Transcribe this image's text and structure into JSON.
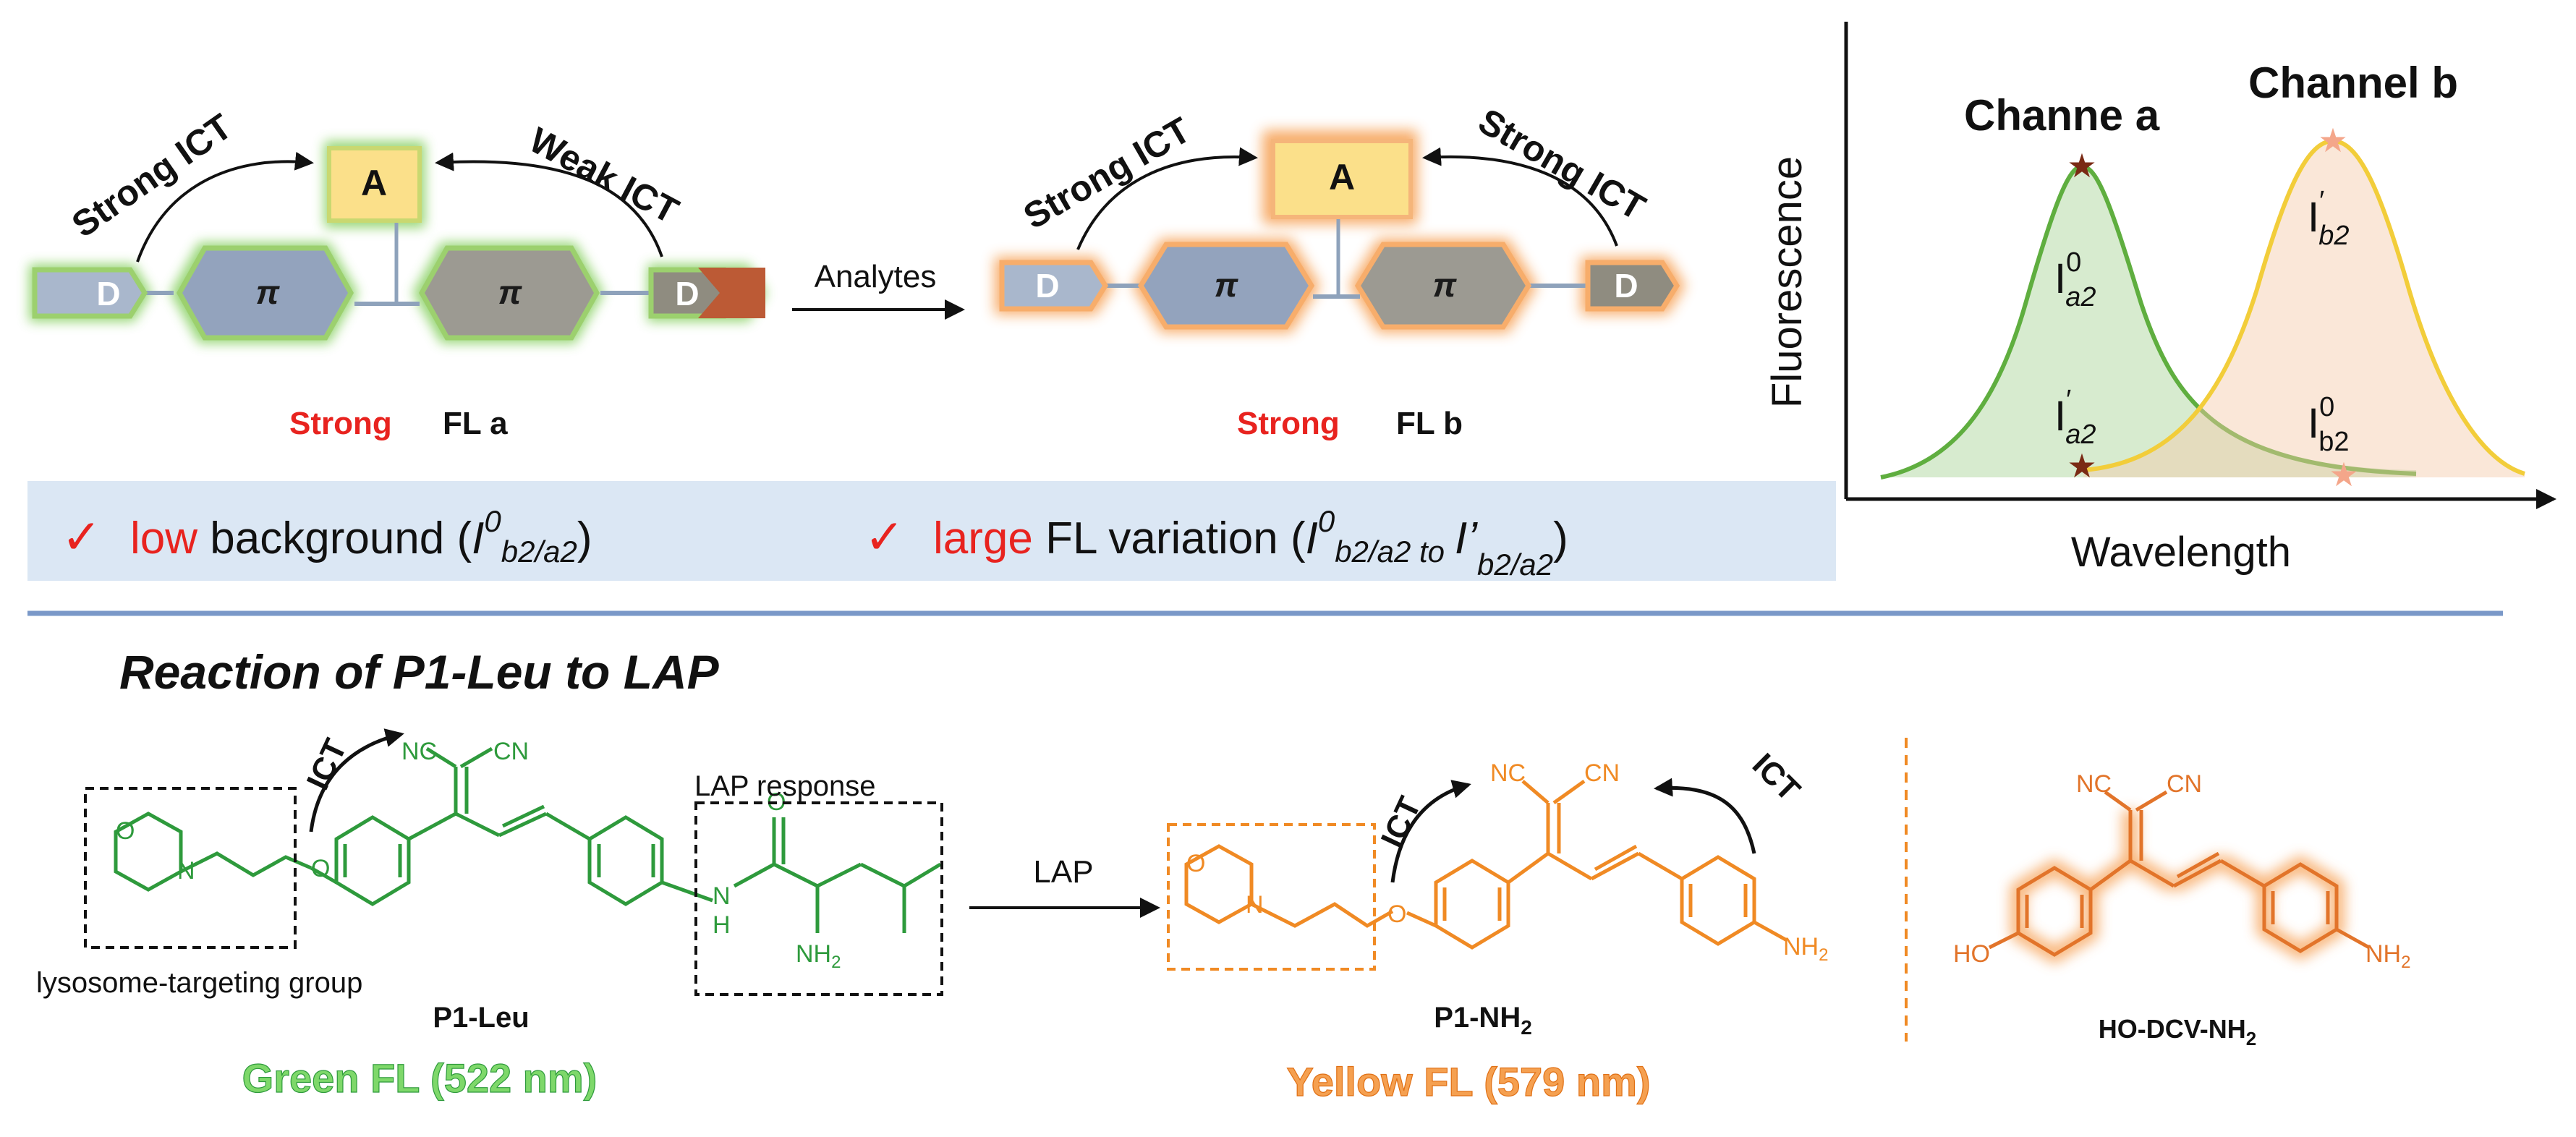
{
  "top_left": {
    "strong_ict_1": "Strong ICT",
    "weak_ict": "Weak ICT",
    "acceptor": "A",
    "pi": "π",
    "donor": "D",
    "caption_red": "Strong",
    "caption_black": "FL a"
  },
  "analytes_arrow": "Analytes",
  "top_right": {
    "strong_ict_1": "Strong ICT",
    "strong_ict_2": "Strong ICT",
    "acceptor": "A",
    "pi": "π",
    "donor": "D",
    "caption_red": "Strong",
    "caption_black": "FL b"
  },
  "spectrum": {
    "channel_a": "Channe a",
    "channel_b": "Channel b",
    "ylabel": "Fluorescence",
    "xlabel": "Wavelength",
    "i_a2_0_base": "I",
    "i_a2_0_sup": "0",
    "i_a2_0_sub": "a2",
    "i_b2_p_base": "I",
    "i_b2_p_sup": "′",
    "i_b2_p_sub": "b2",
    "i_a2_p_base": "I",
    "i_a2_p_sup": "′",
    "i_a2_p_sub": "a2",
    "i_b2_0_base": "I",
    "i_b2_0_sup": "0",
    "i_b2_0_sub": "b2",
    "colors": {
      "green": "#5fae3f",
      "yellow": "#f2cd3a",
      "star_dark": "#7a2a14",
      "star_pink": "#f4a68a"
    }
  },
  "bar": {
    "check": "✓",
    "item1_red": "low",
    "item1_text": " background (",
    "item1_I": "I",
    "item1_sup": "0",
    "item1_sub": "b2/a2",
    "item1_close": ")",
    "item2_red": "large",
    "item2_text": " FL variation (",
    "item2_I": "I",
    "item2_sup": "0",
    "item2_sub": "b2/a2 to",
    "item2_I2": "I’",
    "item2_sub2": "b2/a2",
    "item2_close": ")"
  },
  "reaction": {
    "title": "Reaction of P1-Leu to LAP",
    "ict": "ICT",
    "nc": "NC",
    "cn": "CN",
    "o": "O",
    "n": "N",
    "nh": "N",
    "h": "H",
    "nh2": "NH",
    "nh2_sub": "2",
    "lap_response": "LAP response",
    "lysosome": "lysosome-targeting group",
    "p1_leu": "P1-Leu",
    "green_fl": "Green FL (522 nm)",
    "lap": "LAP",
    "p1_nh2": "P1-NH",
    "p1_nh2_sub": "2",
    "yellow_fl": "Yellow FL (579 nm)",
    "ho": "HO",
    "ho_dcv": "HO-DCV-NH",
    "ho_dcv_sub": "2"
  }
}
